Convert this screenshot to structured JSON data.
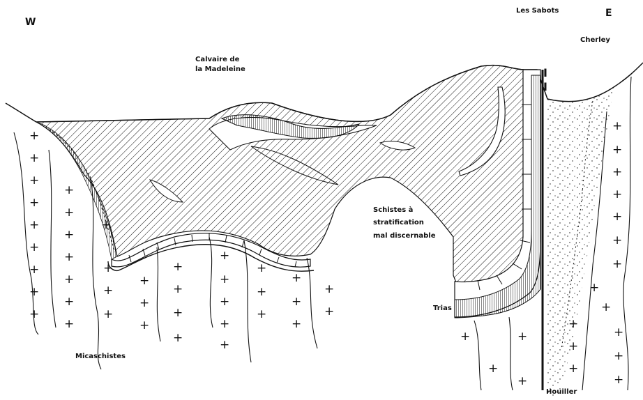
{
  "directions": {
    "west": "W",
    "east": "E"
  },
  "labels": {
    "les_sabots": "Les Sabots",
    "cherley": "Cherley",
    "calvaire_line1": "Calvaire de",
    "calvaire_line2": "la Madeleine",
    "schistes_line1": "Schistes à",
    "schistes_line2": "stratification",
    "schistes_line3": "mal discernable",
    "trias": "Trias",
    "micaschistes": "Micaschistes",
    "houiller": "Houiller"
  },
  "symbols": {
    "basement_cross": "+",
    "fault_mark": "I"
  },
  "colors": {
    "ink": "#111111",
    "paper": "#ffffff"
  }
}
